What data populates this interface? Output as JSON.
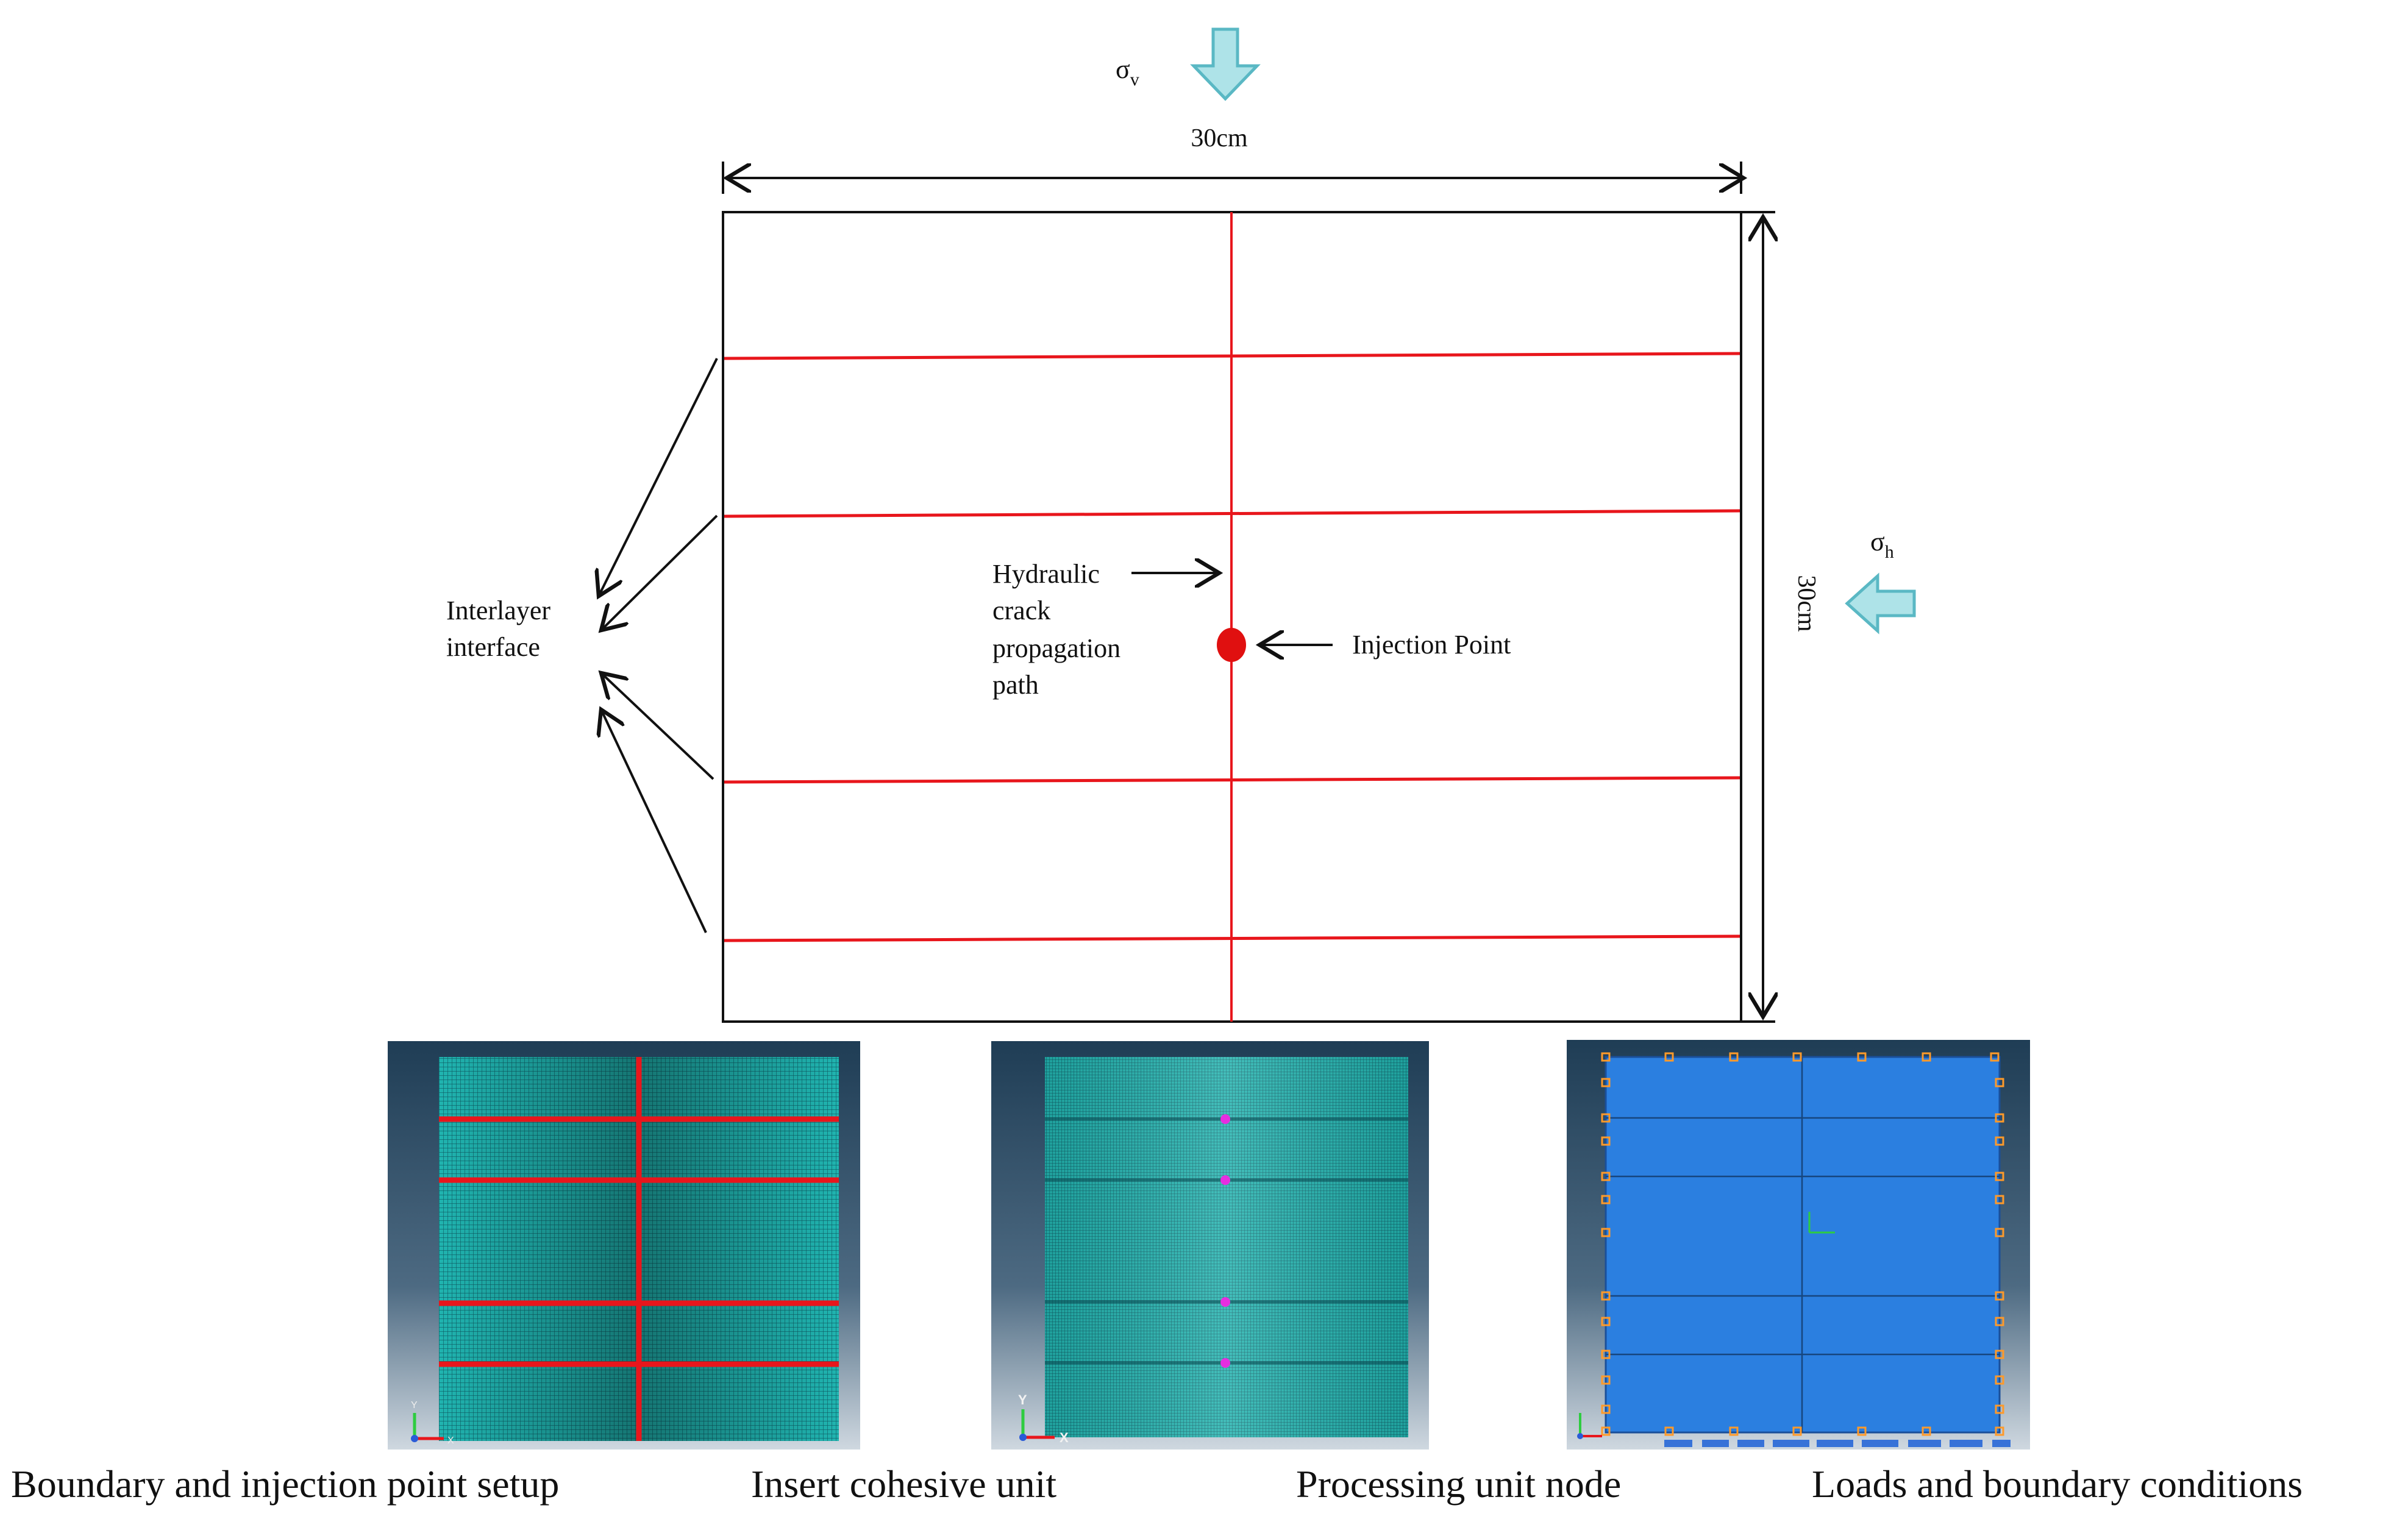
{
  "diagram": {
    "sigma_v": {
      "symbol": "σ",
      "sub": "v"
    },
    "sigma_h": {
      "symbol": "σ",
      "sub": "h"
    },
    "width_label": "30cm",
    "height_label": "30cm",
    "interlayer_label": [
      "Interlayer",
      "interface"
    ],
    "crack_label": [
      "Hydraulic",
      "crack",
      "propagation",
      "path"
    ],
    "injection_label": "Injection Point",
    "colors": {
      "interface": "#e8161c",
      "injection": "#e01010",
      "stress_arrow": "#aee3e8",
      "stress_arrow_edge": "#5ab8c4"
    }
  },
  "panels": [
    {
      "caption": "Boundary and injection point setup",
      "icon": "mesh-with-red-interfaces"
    },
    {
      "caption": "Insert cohesive unit",
      "icon": "mesh-with-magenta-nodes"
    },
    {
      "caption": "Processing unit node",
      "icon": "blue-model-with-boundary-markers"
    },
    {
      "caption": "Loads and boundary conditions",
      "icon": ""
    }
  ],
  "axes_labels": {
    "y": "Y",
    "x": "X"
  },
  "mesh_colors": {
    "mesh": "#1fb8b4",
    "mesh_dark": "#0c4f58",
    "model_blue": "#2b7fe0",
    "bg_top": "#20405a",
    "bg_bottom": "#c9d3dc"
  }
}
